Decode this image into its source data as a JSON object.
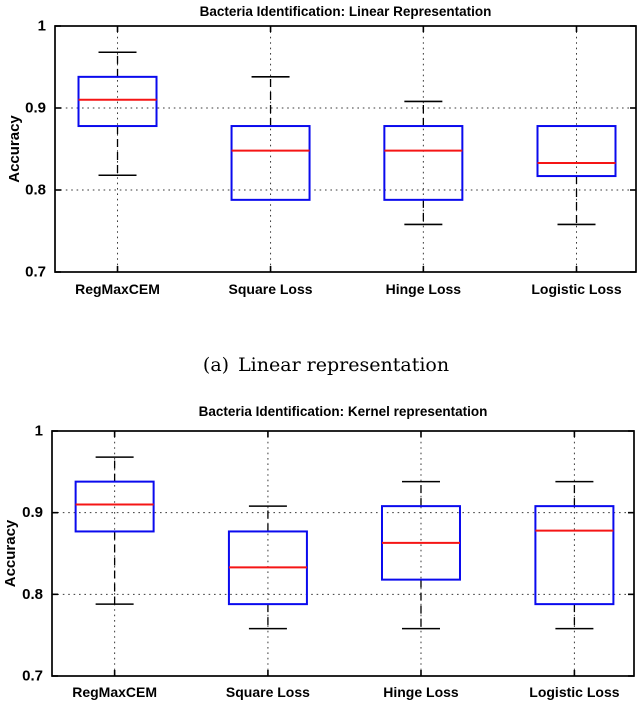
{
  "figure": {
    "caption_prefix": "(a)",
    "caption_text": "Linear representation"
  },
  "colors": {
    "box": "#0a0aee",
    "median": "#f51515",
    "axis": "#000000",
    "grid": "#3a3a3a",
    "whisker": "#000000",
    "background": "#ffffff",
    "text": "#000000"
  },
  "chart_data": [
    {
      "type": "boxplot",
      "title": "Bacteria Identification: Linear Representation",
      "xlabel": "",
      "ylabel": "Accuracy",
      "ylim": [
        0.7,
        1.0
      ],
      "yticks": [
        0.7,
        0.8,
        0.9,
        1.0
      ],
      "ytick_labels": [
        "0.7",
        "0.8",
        "0.9",
        "1"
      ],
      "grid": true,
      "legend": "none",
      "categories": [
        "RegMaxCEM",
        "Square Loss",
        "Hinge Loss",
        "Logistic Loss"
      ],
      "boxes": [
        {
          "category": "RegMaxCEM",
          "whisker_low": 0.818,
          "q1": 0.878,
          "median": 0.91,
          "q3": 0.938,
          "whisker_high": 0.968
        },
        {
          "category": "Square Loss",
          "whisker_low": null,
          "q1": 0.788,
          "median": 0.848,
          "q3": 0.878,
          "whisker_high": 0.938
        },
        {
          "category": "Hinge Loss",
          "whisker_low": 0.758,
          "q1": 0.788,
          "median": 0.848,
          "q3": 0.878,
          "whisker_high": 0.908
        },
        {
          "category": "Logistic Loss",
          "whisker_low": 0.758,
          "q1": 0.817,
          "median": 0.833,
          "q3": 0.878,
          "whisker_high": null
        }
      ]
    },
    {
      "type": "boxplot",
      "title": "Bacteria Identification: Kernel representation",
      "xlabel": "",
      "ylabel": "Accuracy",
      "ylim": [
        0.7,
        1.0
      ],
      "yticks": [
        0.7,
        0.8,
        0.9,
        1.0
      ],
      "ytick_labels": [
        "0.7",
        "0.8",
        "0.9",
        "1"
      ],
      "grid": true,
      "legend": "none",
      "categories": [
        "RegMaxCEM",
        "Square Loss",
        "Hinge Loss",
        "Logistic Loss"
      ],
      "boxes": [
        {
          "category": "RegMaxCEM",
          "whisker_low": 0.788,
          "q1": 0.877,
          "median": 0.91,
          "q3": 0.938,
          "whisker_high": 0.968
        },
        {
          "category": "Square Loss",
          "whisker_low": 0.758,
          "q1": 0.788,
          "median": 0.833,
          "q3": 0.877,
          "whisker_high": 0.908
        },
        {
          "category": "Hinge Loss",
          "whisker_low": 0.758,
          "q1": 0.818,
          "median": 0.863,
          "q3": 0.908,
          "whisker_high": 0.938
        },
        {
          "category": "Logistic Loss",
          "whisker_low": 0.758,
          "q1": 0.788,
          "median": 0.878,
          "q3": 0.908,
          "whisker_high": 0.938
        }
      ]
    }
  ]
}
